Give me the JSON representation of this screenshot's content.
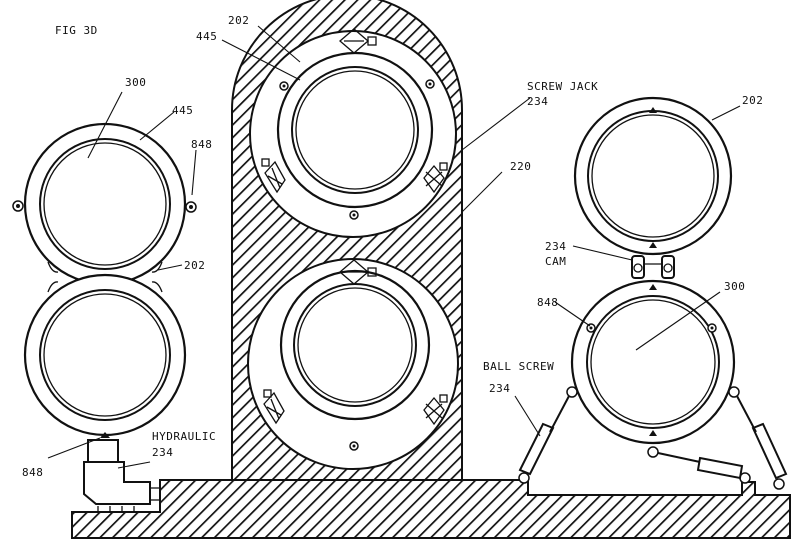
{
  "figure": {
    "title": "FIG 3D",
    "labels": {
      "l202_top": "202",
      "l445_top": "445",
      "l300_left": "300",
      "l445_left": "445",
      "l848_left_top": "848",
      "l202_left": "202",
      "l848_left_bottom": "848",
      "hydraulic": "HYDRAULIC",
      "l234_hydraulic": "234",
      "screw_jack": "SCREW JACK",
      "l234_screw": "234",
      "l220": "220",
      "l202_right": "202",
      "l234_cam": "234",
      "cam": "CAM",
      "l848_right": "848",
      "l300_right": "300",
      "ball_screw": "BALL SCREW",
      "l234_ball": "234"
    }
  }
}
